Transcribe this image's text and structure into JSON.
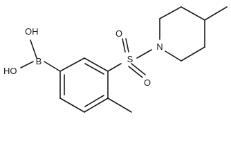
{
  "atoms": {
    "oh_upper": "OH",
    "oh_lower": "HO",
    "boron": "B",
    "sulfur": "S",
    "oxygen_upper": "O",
    "oxygen_lower": "O",
    "nitrogen": "N"
  }
}
